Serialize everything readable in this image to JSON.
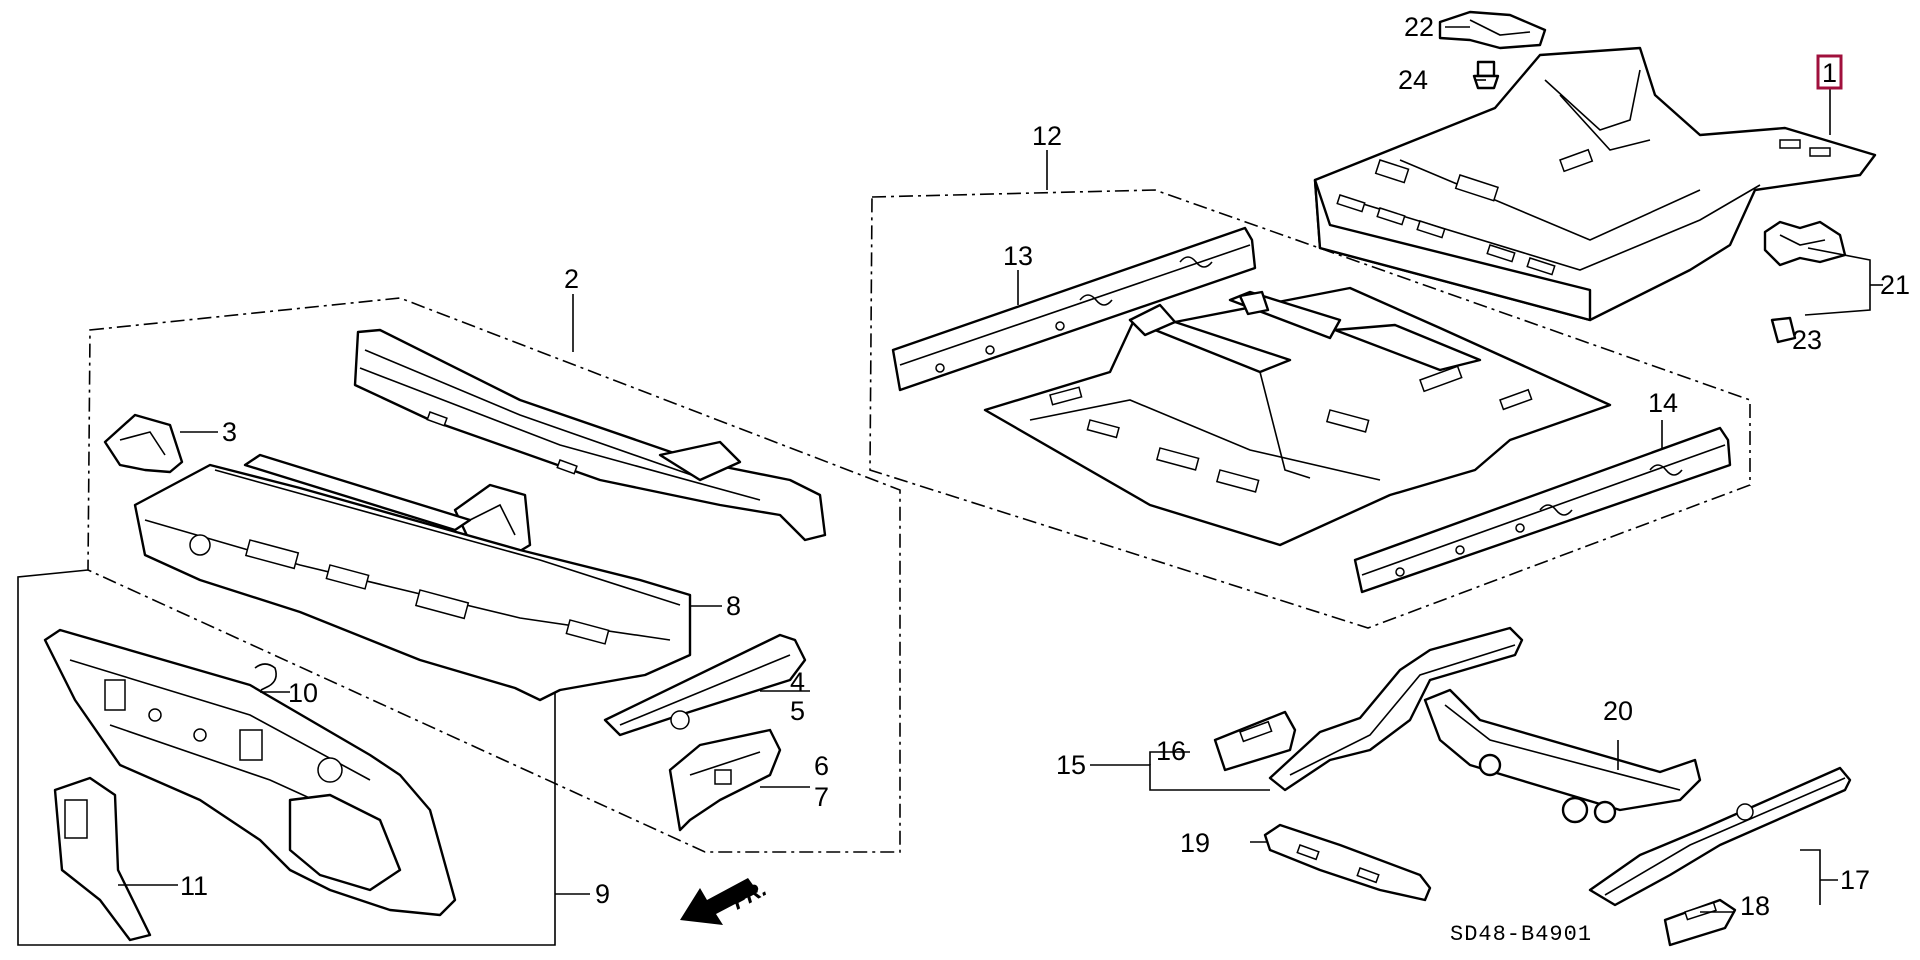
{
  "diagram": {
    "callouts": {
      "c1": "1",
      "c2": "2",
      "c3": "3",
      "c4": "4",
      "c5": "5",
      "c6": "6",
      "c7": "7",
      "c8": "8",
      "c9": "9",
      "c10": "10",
      "c11": "11",
      "c12": "12",
      "c13": "13",
      "c14": "14",
      "c15": "15",
      "c16": "16",
      "c17": "17",
      "c18": "18",
      "c19": "19",
      "c20": "20",
      "c21": "21",
      "c22": "22",
      "c23": "23",
      "c24": "24"
    },
    "highlighted_callout": "1",
    "highlight_color": "#a0103c",
    "direction_label": "FR.",
    "diagram_code": "SD48-B4901"
  }
}
